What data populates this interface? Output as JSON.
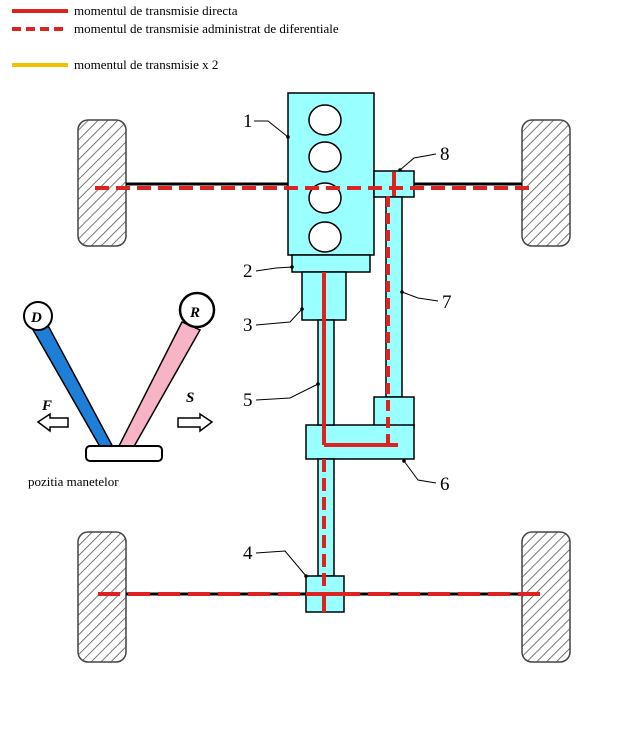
{
  "legend": {
    "items": [
      {
        "label": "momentul de transmisie directa",
        "style": "solid",
        "color": "#dd2222"
      },
      {
        "label": "momentul de transmisie administrat de diferentiale",
        "style": "dashed",
        "color": "#dd2222"
      },
      {
        "label": "momentul de transmisie x 2",
        "style": "solid",
        "color": "#f2c200"
      }
    ]
  },
  "callouts": {
    "n1": "1",
    "n2": "2",
    "n3": "3",
    "n4": "4",
    "n5": "5",
    "n6": "6",
    "n7": "7",
    "n8": "8"
  },
  "levers": {
    "left_ball": "D",
    "right_ball": "R",
    "left_arrow": "F",
    "right_arrow": "S",
    "caption": "pozitia manetelor"
  },
  "colors": {
    "component_fill": "#99ffff",
    "torque_red": "#dd2222",
    "torque_yellow": "#f2c200",
    "lever_blue": "#1e7fd8",
    "lever_pink": "#f6b4c6"
  }
}
